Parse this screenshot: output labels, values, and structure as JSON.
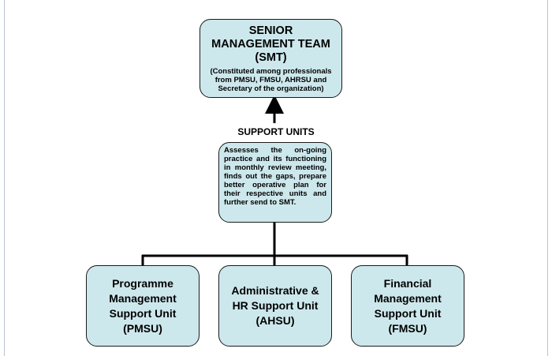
{
  "smt": {
    "title_line1": "SENIOR",
    "title_line2": "MANAGEMENT TEAM",
    "title_line3": "(SMT)",
    "subtitle": "(Constituted among professionals from PMSU, FMSU, AHRSU and Secretary of the organization)"
  },
  "support": {
    "label": "SUPPORT UNITS",
    "description": "Assesses the on-going practice and its functioning in monthly review meeting, finds out the gaps, prepare better operative plan for their respective units and further send to SMT."
  },
  "units": [
    {
      "label": "Programme\nManagement\nSupport Unit\n(PMSU)"
    },
    {
      "label": "Administrative &\nHR Support Unit\n(AHSU)"
    },
    {
      "label": "Financial\nManagement\nSupport Unit\n(FMSU)"
    }
  ],
  "colors": {
    "box_fill": "#cde8ec",
    "line": "#000000"
  }
}
